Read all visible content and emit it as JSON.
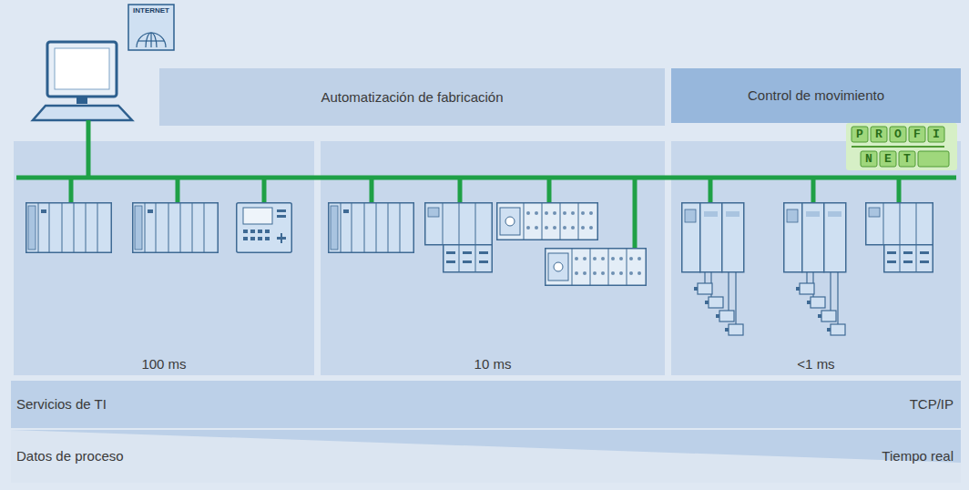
{
  "diagram": {
    "nodes": [
      {
        "text": [
          "Automatización de fabricación"
        ]
      },
      {
        "text": [
          "Control de movimiento"
        ]
      },
      {
        "text": [
          "100 ms"
        ]
      },
      {
        "text": [
          "10 ms"
        ]
      },
      {
        "text": [
          "<1 ms"
        ]
      },
      {
        "text": [
          "Servicios de TI",
          "TCP/IP"
        ]
      },
      {
        "text": [
          "Datos de proceso",
          "Tiempo real"
        ]
      }
    ],
    "labels": [
      "INTERNET",
      "PROFI",
      "NET"
    ]
  }
}
